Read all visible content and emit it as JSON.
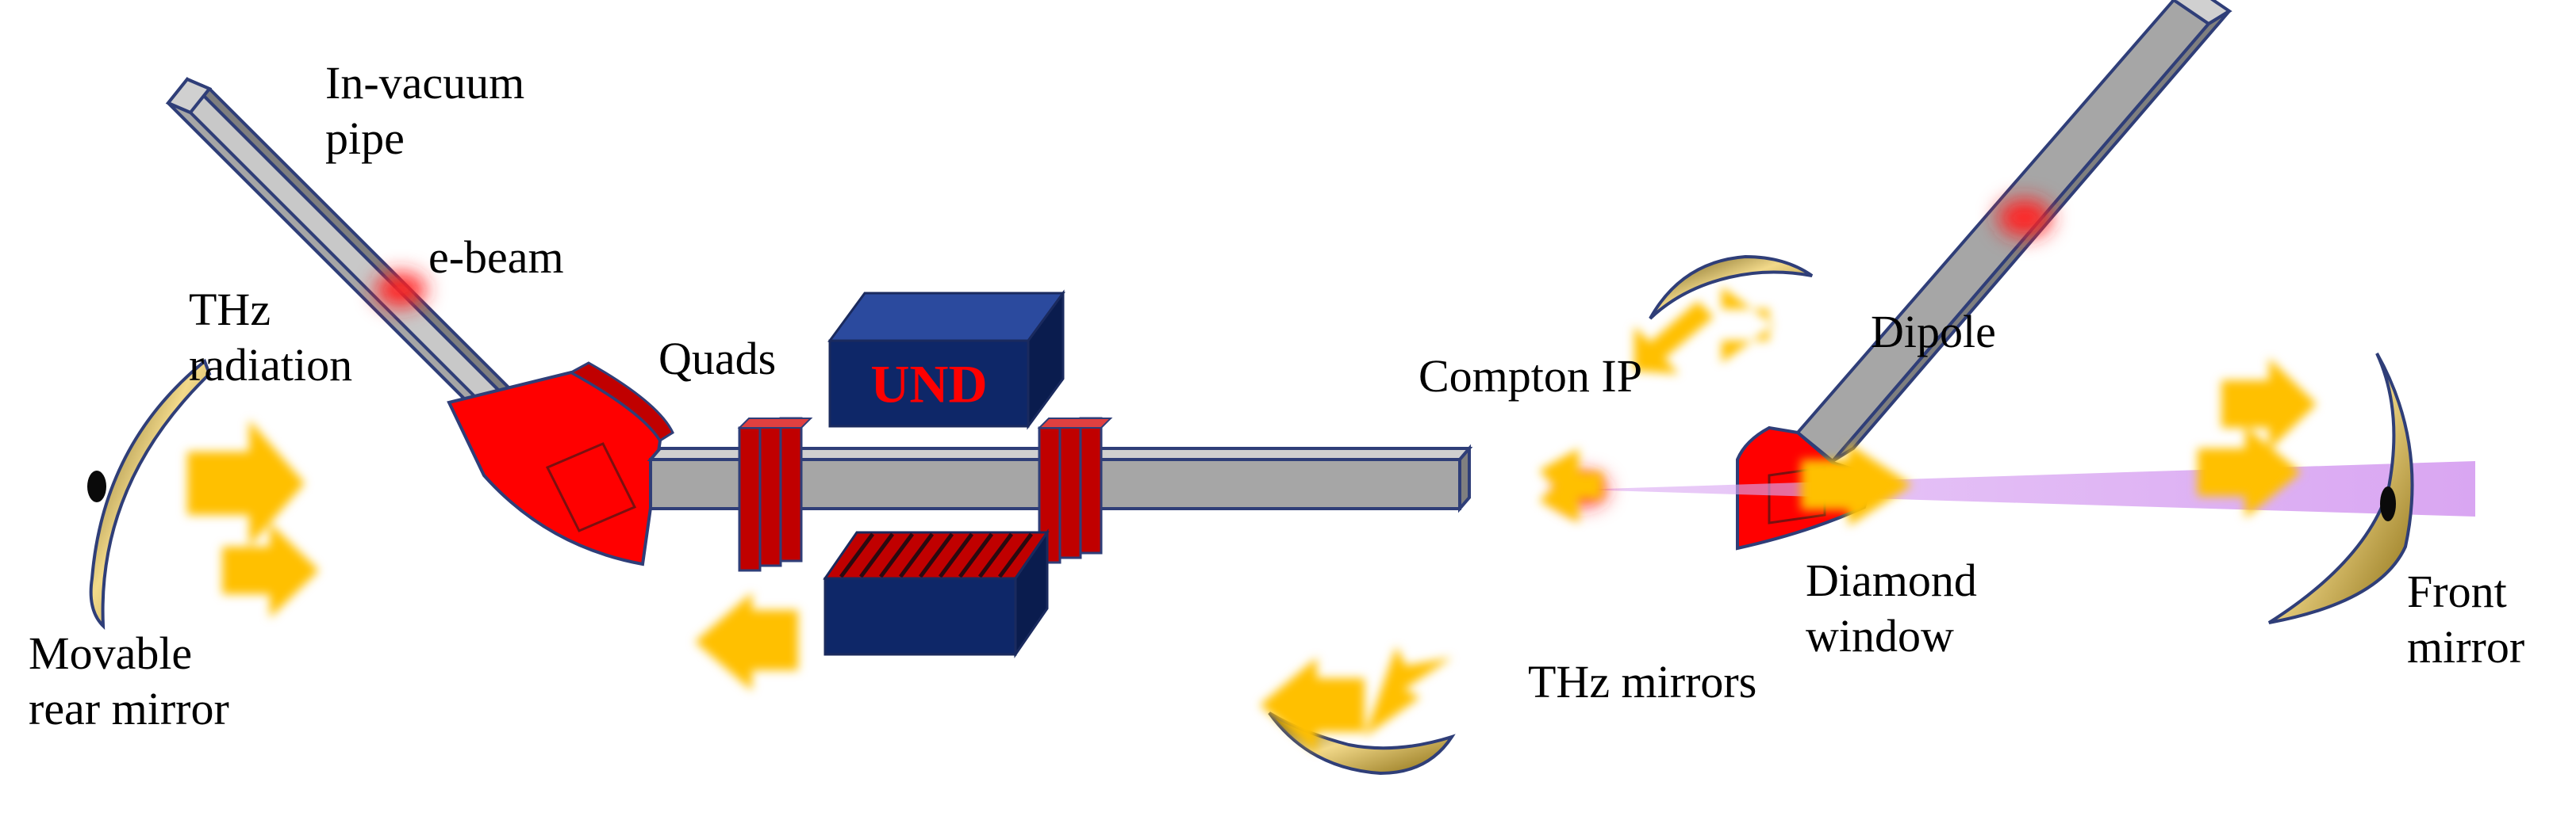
{
  "labels": {
    "in_vacuum_pipe": [
      "In-vacuum",
      "pipe"
    ],
    "e_beam": "e-beam",
    "thz_radiation": [
      "THz",
      "radiation"
    ],
    "quads": "Quads",
    "und": "UND",
    "compton_ip": "Compton IP",
    "dipole": "Dipole",
    "diamond_window": [
      "Diamond",
      "window"
    ],
    "thz_mirrors": "THz mirrors",
    "front_mirror": [
      "Front",
      "mirror"
    ],
    "movable_rear_mirror": [
      "Movable",
      "rear mirror"
    ]
  },
  "colors": {
    "pipe_fill": "#a6a6a6",
    "pipe_edge": "#2f3e78",
    "dipole_red": "#ff0000",
    "quad_red": "#c00000",
    "undulator_navy": "#0e2768",
    "undulator_text": "#ff0000",
    "mirror_gold": "#c9a227",
    "thz_arrow": "#ffc000",
    "laser_violet": "#d9a6f2",
    "e_beam_spot": "#ff2020"
  }
}
